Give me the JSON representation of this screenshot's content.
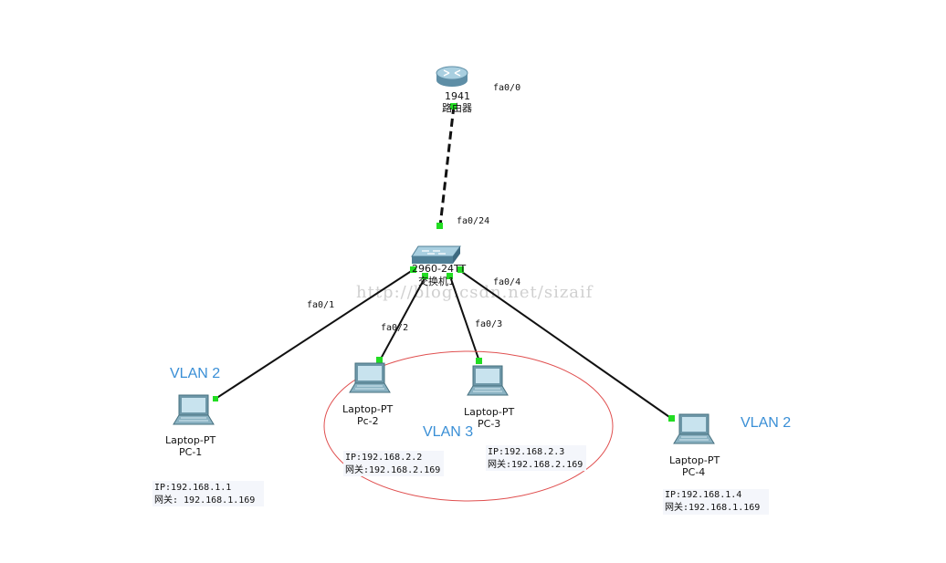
{
  "router": {
    "model": "1941",
    "name": "路由器",
    "port": "fa0/0"
  },
  "switch": {
    "model": "2960-24TT",
    "name": "交换机1",
    "uplink_port": "fa0/24"
  },
  "hosts": [
    {
      "model": "Laptop-PT",
      "name": "PC-1",
      "port": "fa0/1",
      "vlan": "VLAN 2",
      "ip": "IP:192.168.1.1",
      "gateway": "网关: 192.168.1.169"
    },
    {
      "model": "Laptop-PT",
      "name": "Pc-2",
      "port": "fa0/2",
      "vlan": "VLAN 3",
      "ip": "IP:192.168.2.2",
      "gateway": "网关:192.168.2.169"
    },
    {
      "model": "Laptop-PT",
      "name": "PC-3",
      "port": "fa0/3",
      "vlan": "VLAN 3",
      "ip": "IP:192.168.2.3",
      "gateway": "网关:192.168.2.169"
    },
    {
      "model": "Laptop-PT",
      "name": "PC-4",
      "port": "fa0/4",
      "vlan": "VLAN 2",
      "ip": "IP:192.168.1.4",
      "gateway": "网关:192.168.1.169"
    }
  ],
  "vlan_labels": {
    "pc1": "VLAN 2",
    "vlan3": "VLAN 3",
    "pc4": "VLAN 2"
  },
  "watermark": "http://blog.csdn.net/sizaif",
  "colors": {
    "link": "#111111",
    "port_up": "#22dd22",
    "vlan_text": "#3a8fd6",
    "vlan3_ellipse": "#e05050",
    "device": "#6aa7c0"
  }
}
